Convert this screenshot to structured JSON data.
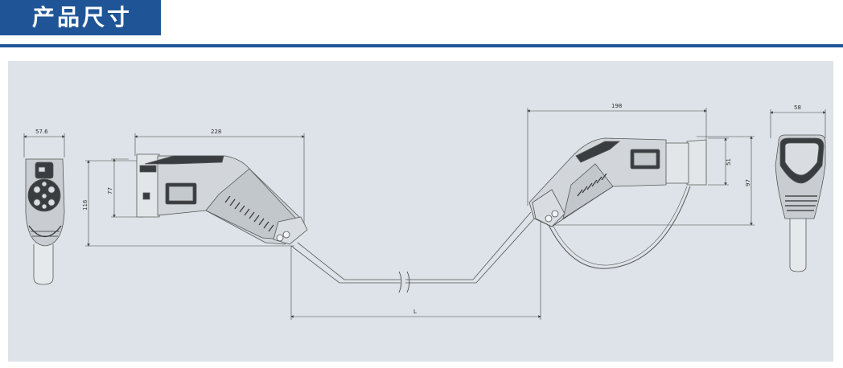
{
  "title": "产品尺寸",
  "colors": {
    "banner": "#1f5596",
    "panel_background": "#dde3e8",
    "line": "#555555",
    "body_fill": "#d2d6da",
    "dark_fill": "#3a3d40"
  },
  "dimensions": {
    "front_width": "57.6",
    "front_height": "116",
    "left_length": "228",
    "left_inner_height": "77",
    "right_length": "198",
    "right_inner_height": "51",
    "right_height": "97",
    "side_width": "58",
    "cable_length": "L"
  }
}
